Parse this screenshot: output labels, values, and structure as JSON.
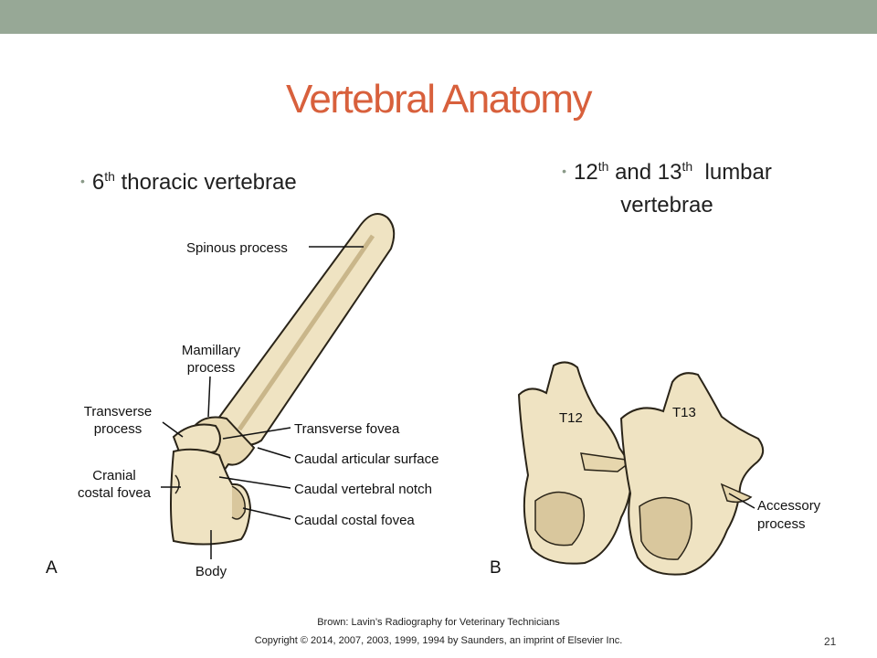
{
  "slide": {
    "title": "Vertebral Anatomy",
    "page_number": "21"
  },
  "bullets": {
    "left": {
      "text": "6",
      "sup": "th",
      "rest": " thoracic vertebrae"
    },
    "right": {
      "line1_a": "12",
      "sup1": "th",
      "line1_b": " and 13",
      "sup2": "th",
      "line1_c": "  lumbar",
      "line2": "vertebrae"
    }
  },
  "figure_a": {
    "panel_label": "A",
    "labels": {
      "spinous_process": "Spinous process",
      "mamillary_1": "Mamillary",
      "mamillary_2": "process",
      "transverse_1": "Transverse",
      "transverse_2": "process",
      "cranial_1": "Cranial",
      "cranial_2": "costal fovea",
      "transverse_fovea": "Transverse fovea",
      "caudal_articular": "Caudal articular surface",
      "caudal_notch": "Caudal vertebral notch",
      "caudal_costal": "Caudal costal fovea",
      "body": "Body"
    }
  },
  "figure_b": {
    "panel_label": "B",
    "t12": "T12",
    "t13": "T13",
    "accessory_1": "Accessory",
    "accessory_2": "process"
  },
  "reference": {
    "line1": "Brown: Lavin’s Radiography for Veterinary Technicians",
    "line2": "Copyright © 2014, 2007, 2003, 1999, 1994 by Saunders, an imprint of Elsevier Inc."
  },
  "colors": {
    "header_bar": "#97a896",
    "title": "#d8603c",
    "bone_fill": "#efe3c2",
    "bone_shade": "#c9b68a"
  }
}
